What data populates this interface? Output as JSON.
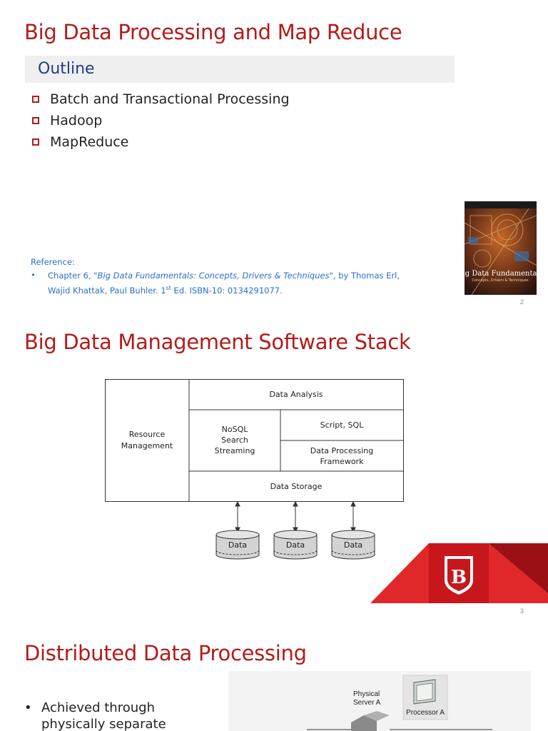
{
  "slide1": {
    "title": "Big Data Processing and Map Reduce",
    "outline_label": "Outline",
    "bullets": [
      "Batch and Transactional Processing",
      "Hadoop",
      "MapReduce"
    ],
    "reference_label": "Reference:",
    "reference_bullet": "•",
    "reference_prefix": "Chapter 6, ",
    "reference_book": "\"Big Data Fundamentals: Concepts, Drivers & Techniques\"",
    "reference_authors": ", by Thomas Erl, Wajid Khattak, Paul Buhler. 1",
    "reference_sup": "st",
    "reference_suffix": " Ed. ISBN-10: 0134291077.",
    "book_cover_title": "Big Data Fundamentals",
    "book_cover_subtitle": "Concepts, Drivers & Techniques",
    "page_number": "2"
  },
  "slide2": {
    "title": "Big Data Management Software Stack",
    "diagram": {
      "resource_management": [
        "Resource",
        "Management"
      ],
      "data_analysis": "Data Analysis",
      "nosql": [
        "NoSQL",
        "Search",
        "Streaming"
      ],
      "script_sql": "Script, SQL",
      "data_processing": [
        "Data Processing",
        "Framework"
      ],
      "data_storage": "Data Storage",
      "data_labels": [
        "Data",
        "Data",
        "Data"
      ]
    },
    "logo_letter": "B",
    "page_number": "3"
  },
  "slide3": {
    "title": "Distributed Data Processing",
    "bullet_mark": "•",
    "bullet_lines": [
      "Achieved through",
      "physically separate"
    ],
    "figure_labels": {
      "server": [
        "Physical",
        "Server A"
      ],
      "processor": "Processor A"
    }
  },
  "colors": {
    "title_red": "#b31b1b",
    "outline_blue": "#1f3b8a",
    "reference_blue": "#2a6fcb"
  }
}
